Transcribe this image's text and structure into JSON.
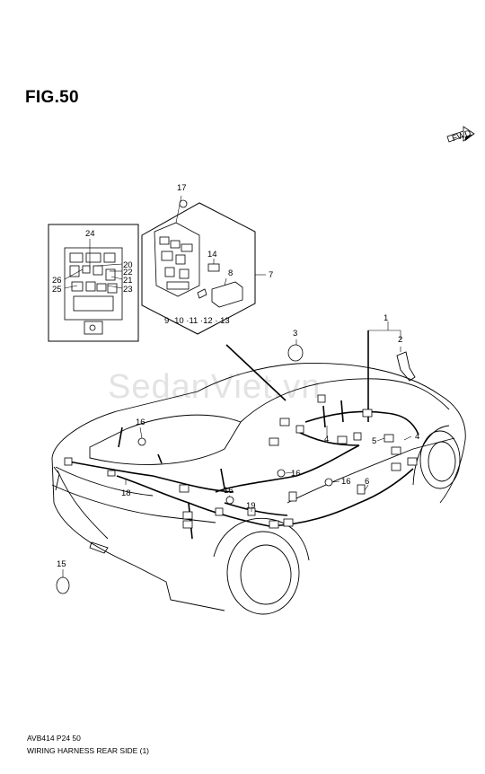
{
  "figure": {
    "title": "FIG.50",
    "watermark": "SedanViet.vn",
    "fwd_label": "FWD"
  },
  "callouts": {
    "c1": "1",
    "c2": "2",
    "c3": "3",
    "c4a": "4",
    "c4b": "4",
    "c5": "5",
    "c6": "6",
    "c7": "7",
    "c8": "8",
    "c9_13": "9 ·10 ·11 ·12 · 13",
    "c14": "14",
    "c15": "15",
    "c16a": "16",
    "c16b": "16",
    "c16c": "16",
    "c16d": "16",
    "c17": "17",
    "c18": "18",
    "c19": "19",
    "c20": "20",
    "c21": "21",
    "c22": "22",
    "c23": "23",
    "c24": "24",
    "c25": "25",
    "c26": "26"
  },
  "footer": {
    "code": "AVB414 P24 50",
    "caption": "WIRING HARNESS REAR SIDE (1)"
  }
}
